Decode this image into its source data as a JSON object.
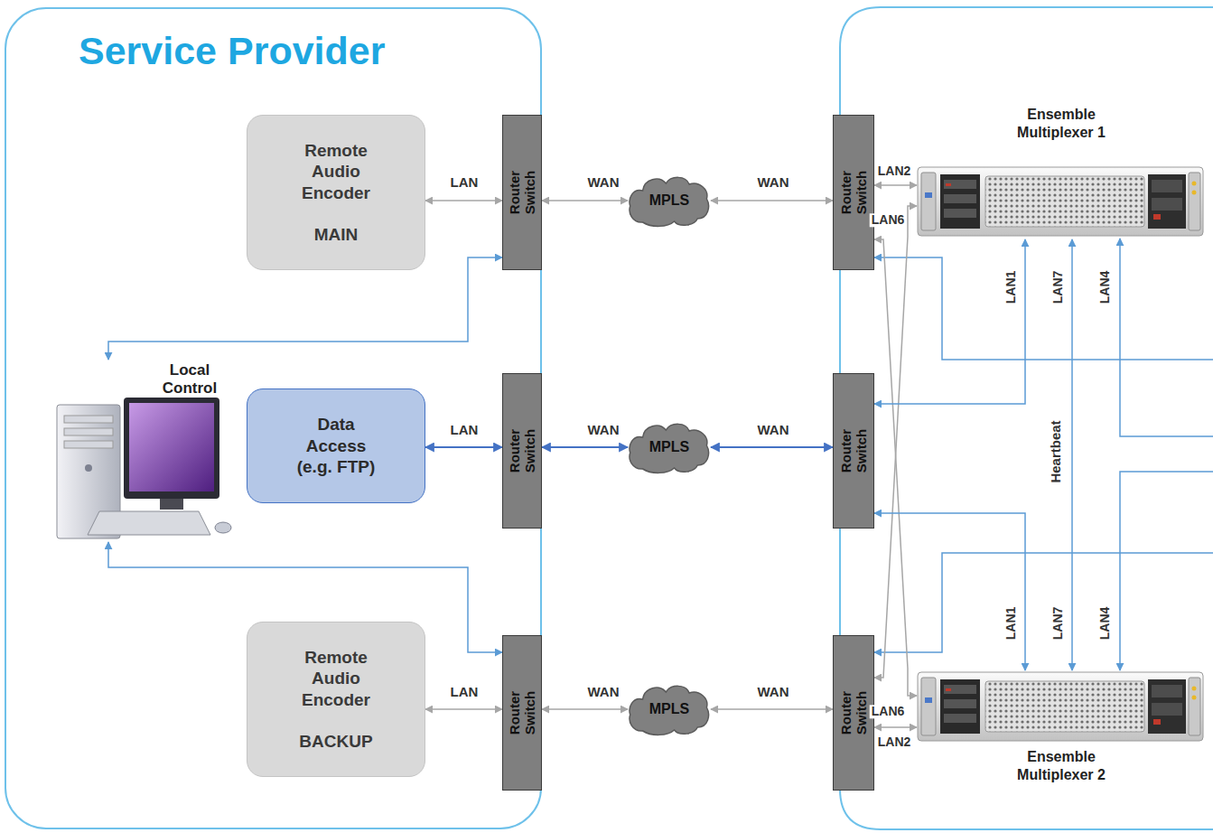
{
  "diagram": {
    "nodes": [
      {
        "text": [
          "Service Provider"
        ]
      },
      {
        "text": [
          "Remote Audio Encoder",
          "MAIN"
        ],
        "in": 0
      },
      {
        "text": [
          "Router Switch"
        ],
        "in": 0
      },
      {
        "text": [
          "Local Control"
        ],
        "in": 0
      },
      {
        "text": [
          "Data Access (e.g. FTP)"
        ],
        "in": 0
      },
      {
        "text": [
          "Router Switch"
        ],
        "in": 0
      },
      {
        "text": [
          "Remote Audio Encoder",
          "BACKUP"
        ],
        "in": 0
      },
      {
        "text": [
          "Router Switch"
        ],
        "in": 0
      },
      {
        "text": [
          "MPLS"
        ]
      },
      {
        "text": [
          "MPLS"
        ]
      },
      {
        "text": [
          "MPLS"
        ]
      },
      {
        "text": [
          "Router Switch"
        ]
      },
      {
        "text": [
          "Router Switch"
        ]
      },
      {
        "text": [
          "Router Switch"
        ]
      },
      {
        "text": [
          "Ensemble Multiplexer 1"
        ]
      },
      {
        "text": [
          "Ensemble Multiplexer 2"
        ]
      }
    ],
    "edges": [
      {
        "from": 1,
        "to": 2,
        "arrow": "both",
        "label": "LAN"
      },
      {
        "from": 2,
        "to": 8,
        "arrow": "both",
        "label": "WAN"
      },
      {
        "from": 8,
        "to": 11,
        "arrow": "both",
        "label": "WAN"
      },
      {
        "from": 4,
        "to": 5,
        "arrow": "both",
        "label": "LAN"
      },
      {
        "from": 5,
        "to": 9,
        "arrow": "both",
        "label": "WAN"
      },
      {
        "from": 9,
        "to": 12,
        "arrow": "both",
        "label": "WAN"
      },
      {
        "from": 6,
        "to": 7,
        "arrow": "both",
        "label": "LAN"
      },
      {
        "from": 7,
        "to": 10,
        "arrow": "both",
        "label": "WAN"
      },
      {
        "from": 10,
        "to": 13,
        "arrow": "both",
        "label": "WAN"
      },
      {
        "from": 3,
        "to": 2,
        "arrow": "both"
      },
      {
        "from": 3,
        "to": 7,
        "arrow": "both"
      },
      {
        "from": 11,
        "to": 14,
        "arrow": "both",
        "label": "LAN2"
      },
      {
        "from": 14,
        "to": 13,
        "arrow": "both",
        "label": "LAN6"
      },
      {
        "from": 15,
        "to": 11,
        "arrow": "both",
        "label": "LAN6"
      },
      {
        "from": 14,
        "to": 12,
        "arrow": "both",
        "label": "LAN1"
      },
      {
        "from": 15,
        "to": 12,
        "arrow": "both",
        "label": "LAN1"
      },
      {
        "from": 14,
        "to": 15,
        "arrow": "both",
        "label": "Heartbeat"
      },
      {
        "from": 13,
        "to": 15,
        "arrow": "both",
        "label": "LAN2"
      }
    ],
    "labels": [
      "LAN7",
      "LAN4",
      "LAN7",
      "LAN4"
    ]
  }
}
